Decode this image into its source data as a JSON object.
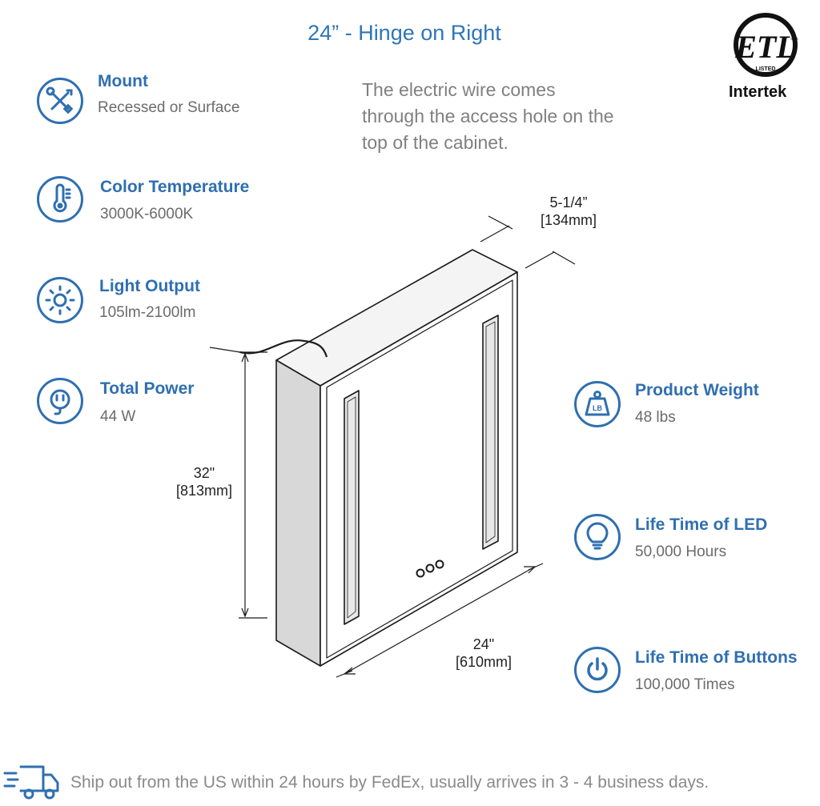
{
  "title": "24” - Hinge on Right",
  "note": "The electric wire comes through the access hole on the top of the cabinet.",
  "certification": {
    "brand": "Intertek",
    "mark_letters": "ETL",
    "mark_subtext": "LISTED",
    "mark_small": "c us"
  },
  "specs_left": [
    {
      "icon": "tools-icon",
      "label": "Mount",
      "value": "Recessed or Surface"
    },
    {
      "icon": "thermometer-icon",
      "label": "Color Temperature",
      "value": "3000K-6000K"
    },
    {
      "icon": "sun-icon",
      "label": "Light Output",
      "value": "105lm-2100lm"
    },
    {
      "icon": "power-plug-icon",
      "label": "Total Power",
      "value": "44 W"
    }
  ],
  "specs_right": [
    {
      "icon": "weight-icon",
      "label": "Product Weight",
      "value": "48 lbs",
      "icon_text": "LB"
    },
    {
      "icon": "bulb-icon",
      "label": "Life Time of LED",
      "value": "50,000 Hours"
    },
    {
      "icon": "power-button-icon",
      "label": "Life Time of Buttons",
      "value": "100,000 Times"
    }
  ],
  "dimensions": {
    "depth": {
      "inches": "5-1/4”",
      "mm": "[134mm]"
    },
    "height": {
      "inches": "32\"",
      "mm": "[813mm]"
    },
    "width": {
      "inches": "24\"",
      "mm": "[610mm]"
    }
  },
  "footer": {
    "icon": "delivery-truck-icon",
    "text": "Ship out from the US within 24 hours by FedEx, usually arrives in 3 - 4 business days."
  },
  "colors": {
    "accent": "#2f6fb0",
    "title": "#2f76b7",
    "value_text": "#6b6b6b"
  }
}
